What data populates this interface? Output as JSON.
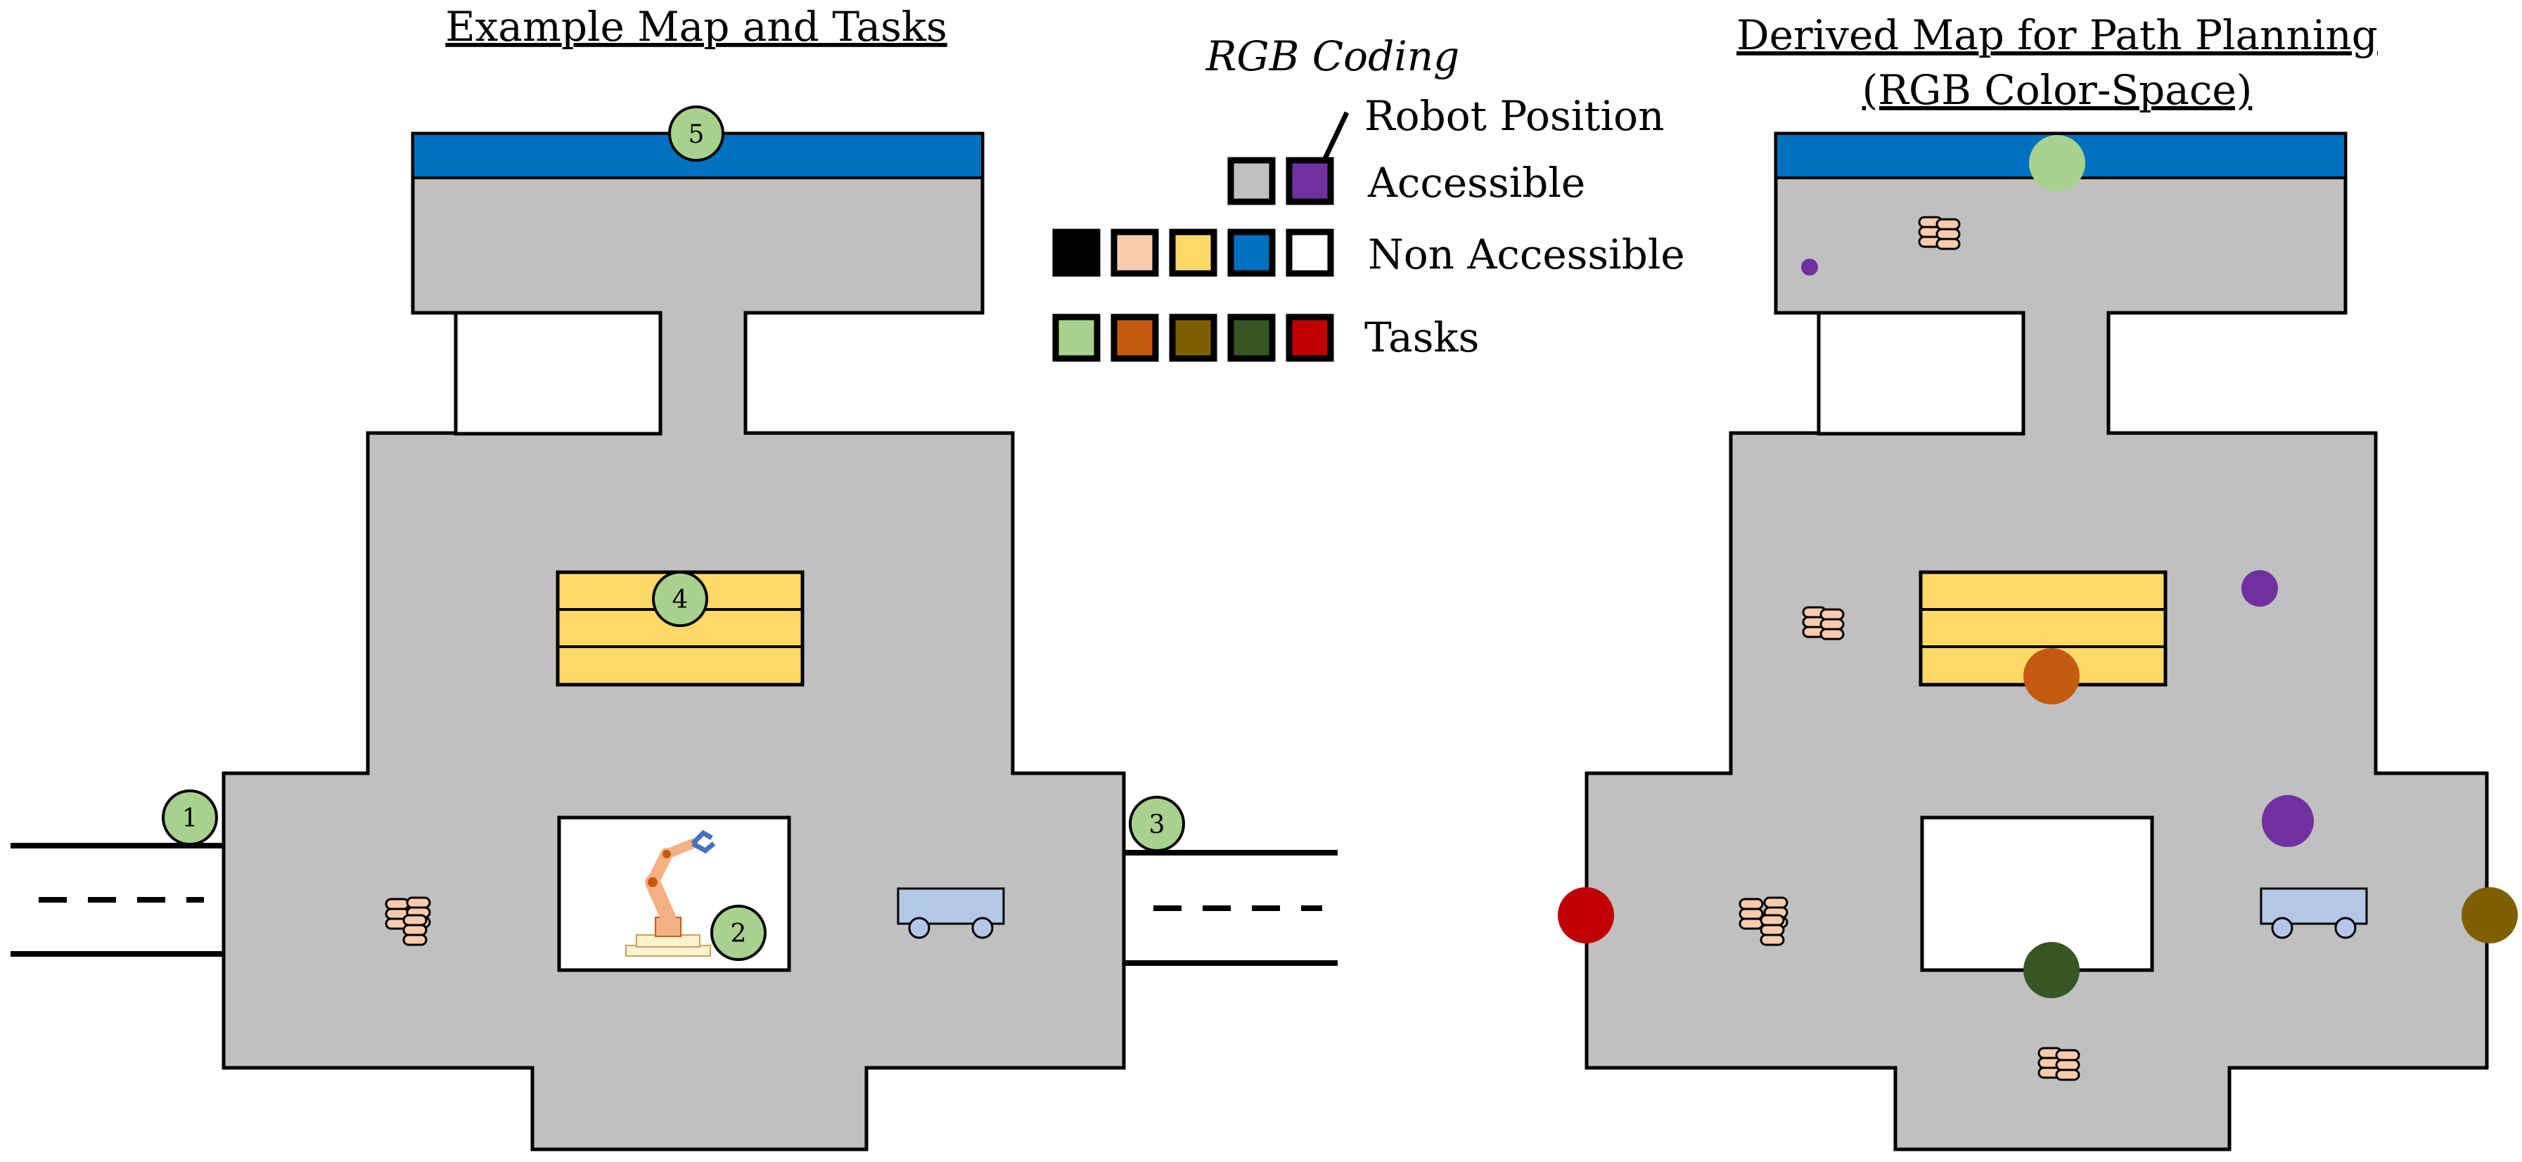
{
  "left_panel": {
    "title": "Example Map and Tasks",
    "task_markers": [
      "1",
      "2",
      "3",
      "4",
      "5"
    ]
  },
  "legend": {
    "heading": "RGB Coding",
    "robot_position_label": "Robot Position",
    "accessible_label": "Accessible",
    "non_accessible_label": "Non Accessible",
    "tasks_label": "Tasks"
  },
  "right_panel": {
    "title_line1": "Derived Map for Path Planning",
    "title_line2": "(RGB Color-Space)"
  },
  "colors": {
    "floor": "#c0c0c0",
    "robot_position": "#7030a0",
    "obstacle_black": "#000000",
    "obstacle_barrels": "#f8cbad",
    "obstacle_shelves": "#ffd966",
    "obstacle_water": "#0070c0",
    "obstacle_white": "#ffffff",
    "task_1": "#a9d18e",
    "task_2": "#c55a11",
    "task_3": "#7f6000",
    "task_4": "#375623",
    "task_5": "#c00000",
    "cart": "#b4c7e7"
  },
  "icons": [
    "barrels-icon",
    "robot-arm-icon",
    "cart-icon"
  ]
}
